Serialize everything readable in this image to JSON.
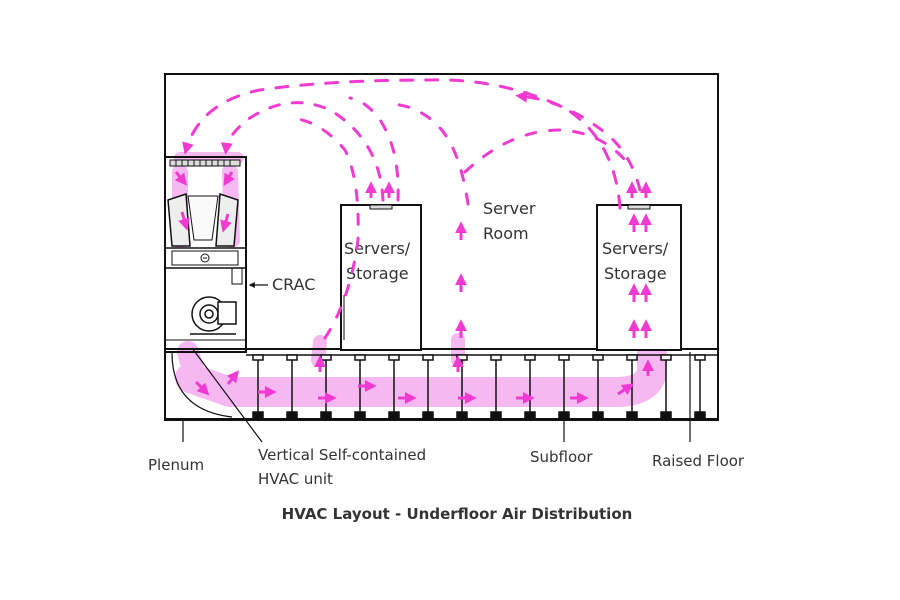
{
  "labels": {
    "server_room_line1": "Server",
    "server_room_line2": "Room",
    "rack_left_line1": "Servers/",
    "rack_left_line2": "Storage",
    "rack_right_line1": "Servers/",
    "rack_right_line2": "Storage",
    "crac": "CRAC",
    "plenum": "Plenum",
    "hvac_unit_line1": "Vertical Self-contained",
    "hvac_unit_line2": "HVAC unit",
    "subfloor": "Subfloor",
    "raised_floor": "Raised Floor"
  },
  "caption": "HVAC Layout - Underfloor Air Distribution",
  "colors": {
    "airflow": "#f03ad2",
    "airflow_glow": "#f6b8f0",
    "line": "#111111",
    "text": "#333333"
  },
  "icons": {
    "fan": "blower-fan-icon",
    "arrow": "airflow-arrow-icon"
  }
}
